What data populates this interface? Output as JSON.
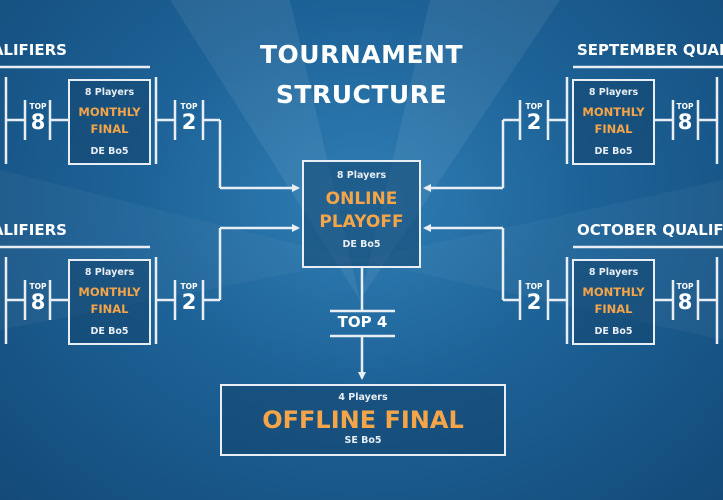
{
  "title": {
    "line1": "TOURNAMENT",
    "line2": "STRUCTURE"
  },
  "qualifiers": [
    {
      "heading": "ALIFIERS",
      "players": "8 Players",
      "final_line1": "MONTHLY",
      "final_line2": "FINAL",
      "format": "DE Bo5",
      "top_in_label": "TOP",
      "top_in": "8",
      "top_out_label": "TOP",
      "top_out": "2"
    },
    {
      "heading": "QUALIFIERS",
      "players": "8 Players",
      "final_line1": "MONTHLY",
      "final_line2": "FINAL",
      "format": "DE Bo5",
      "top_in_label": "TOP",
      "top_in": "8",
      "top_out_label": "TOP",
      "top_out": "2"
    },
    {
      "heading": "SEPTEMBER QUALI",
      "players": "8 Players",
      "final_line1": "MONTHLY",
      "final_line2": "FINAL",
      "format": "DE Bo5",
      "top_in_label": "TOP",
      "top_in": "8",
      "top_out_label": "TOP",
      "top_out": "2"
    },
    {
      "heading": "OCTOBER QUALIF",
      "players": "8 Players",
      "final_line1": "MONTHLY",
      "final_line2": "FINAL",
      "format": "DE Bo5",
      "top_in_label": "TOP",
      "top_in": "8",
      "top_out_label": "TOP",
      "top_out": "2"
    }
  ],
  "online_playoff": {
    "players": "8 Players",
    "line1": "ONLINE",
    "line2": "PLAYOFF",
    "format": "DE Bo5"
  },
  "advance": {
    "label": "TOP 4"
  },
  "offline_final": {
    "players": "4 Players",
    "name": "OFFLINE FINAL",
    "format": "SE Bo5"
  },
  "colors": {
    "accent": "#f5a548",
    "line": "#e8eef4",
    "background": "#1d6297"
  }
}
